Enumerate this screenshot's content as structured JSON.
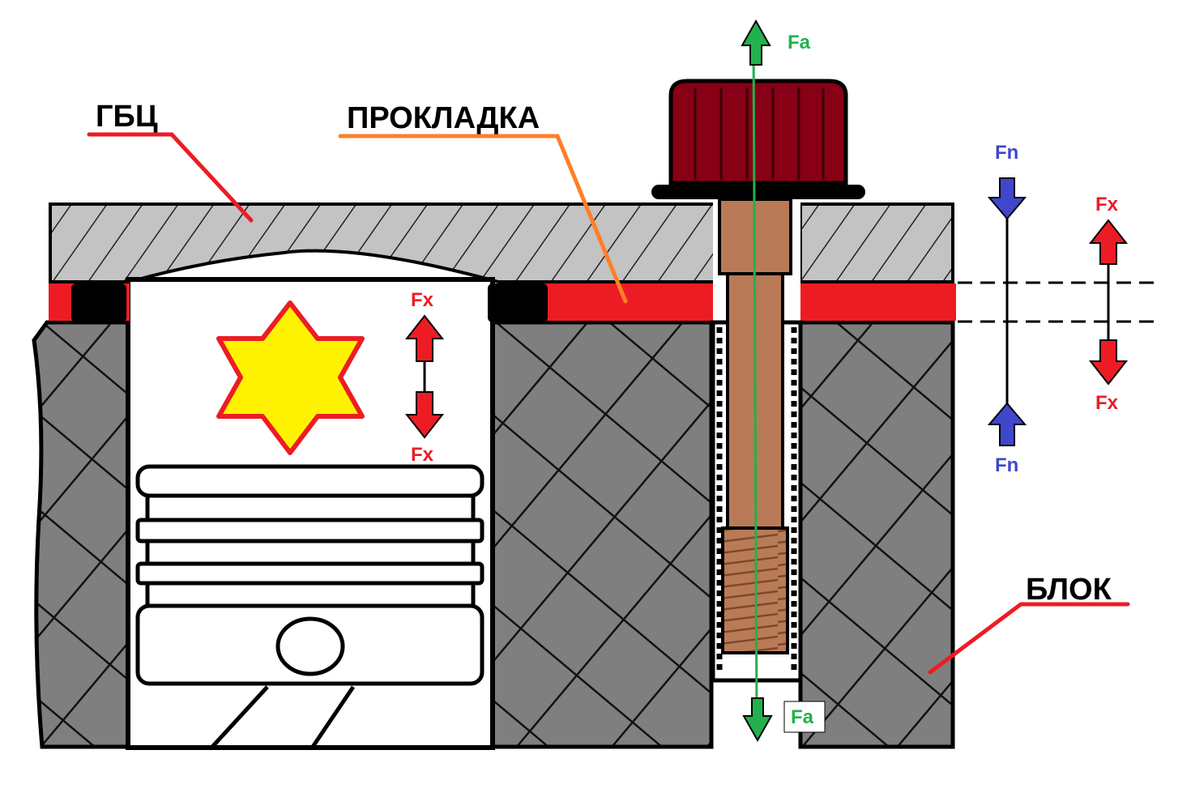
{
  "labels": {
    "head": "ГБЦ",
    "gasket": "ПРОКЛАДКА",
    "block": "БЛОК"
  },
  "forces": {
    "axial": "Fa",
    "clamp": "Fn",
    "lift": "Fx"
  },
  "colors": {
    "head_fill": "#c3c3c3",
    "block_fill": "#7f7f7f",
    "gasket_red": "#ed1c24",
    "seal_black": "#000000",
    "bolt_shank": "#b97a57",
    "bolt_head": "#880015",
    "axial_green": "#22b14c",
    "clamp_blue": "#3f48cc",
    "lift_red": "#ed1c24",
    "explosion_yellow": "#fff200",
    "gasket_leader": "#ff7f27"
  },
  "icons": {
    "combustion": "explosion-star-icon",
    "arrows": "force-arrow-icon"
  }
}
